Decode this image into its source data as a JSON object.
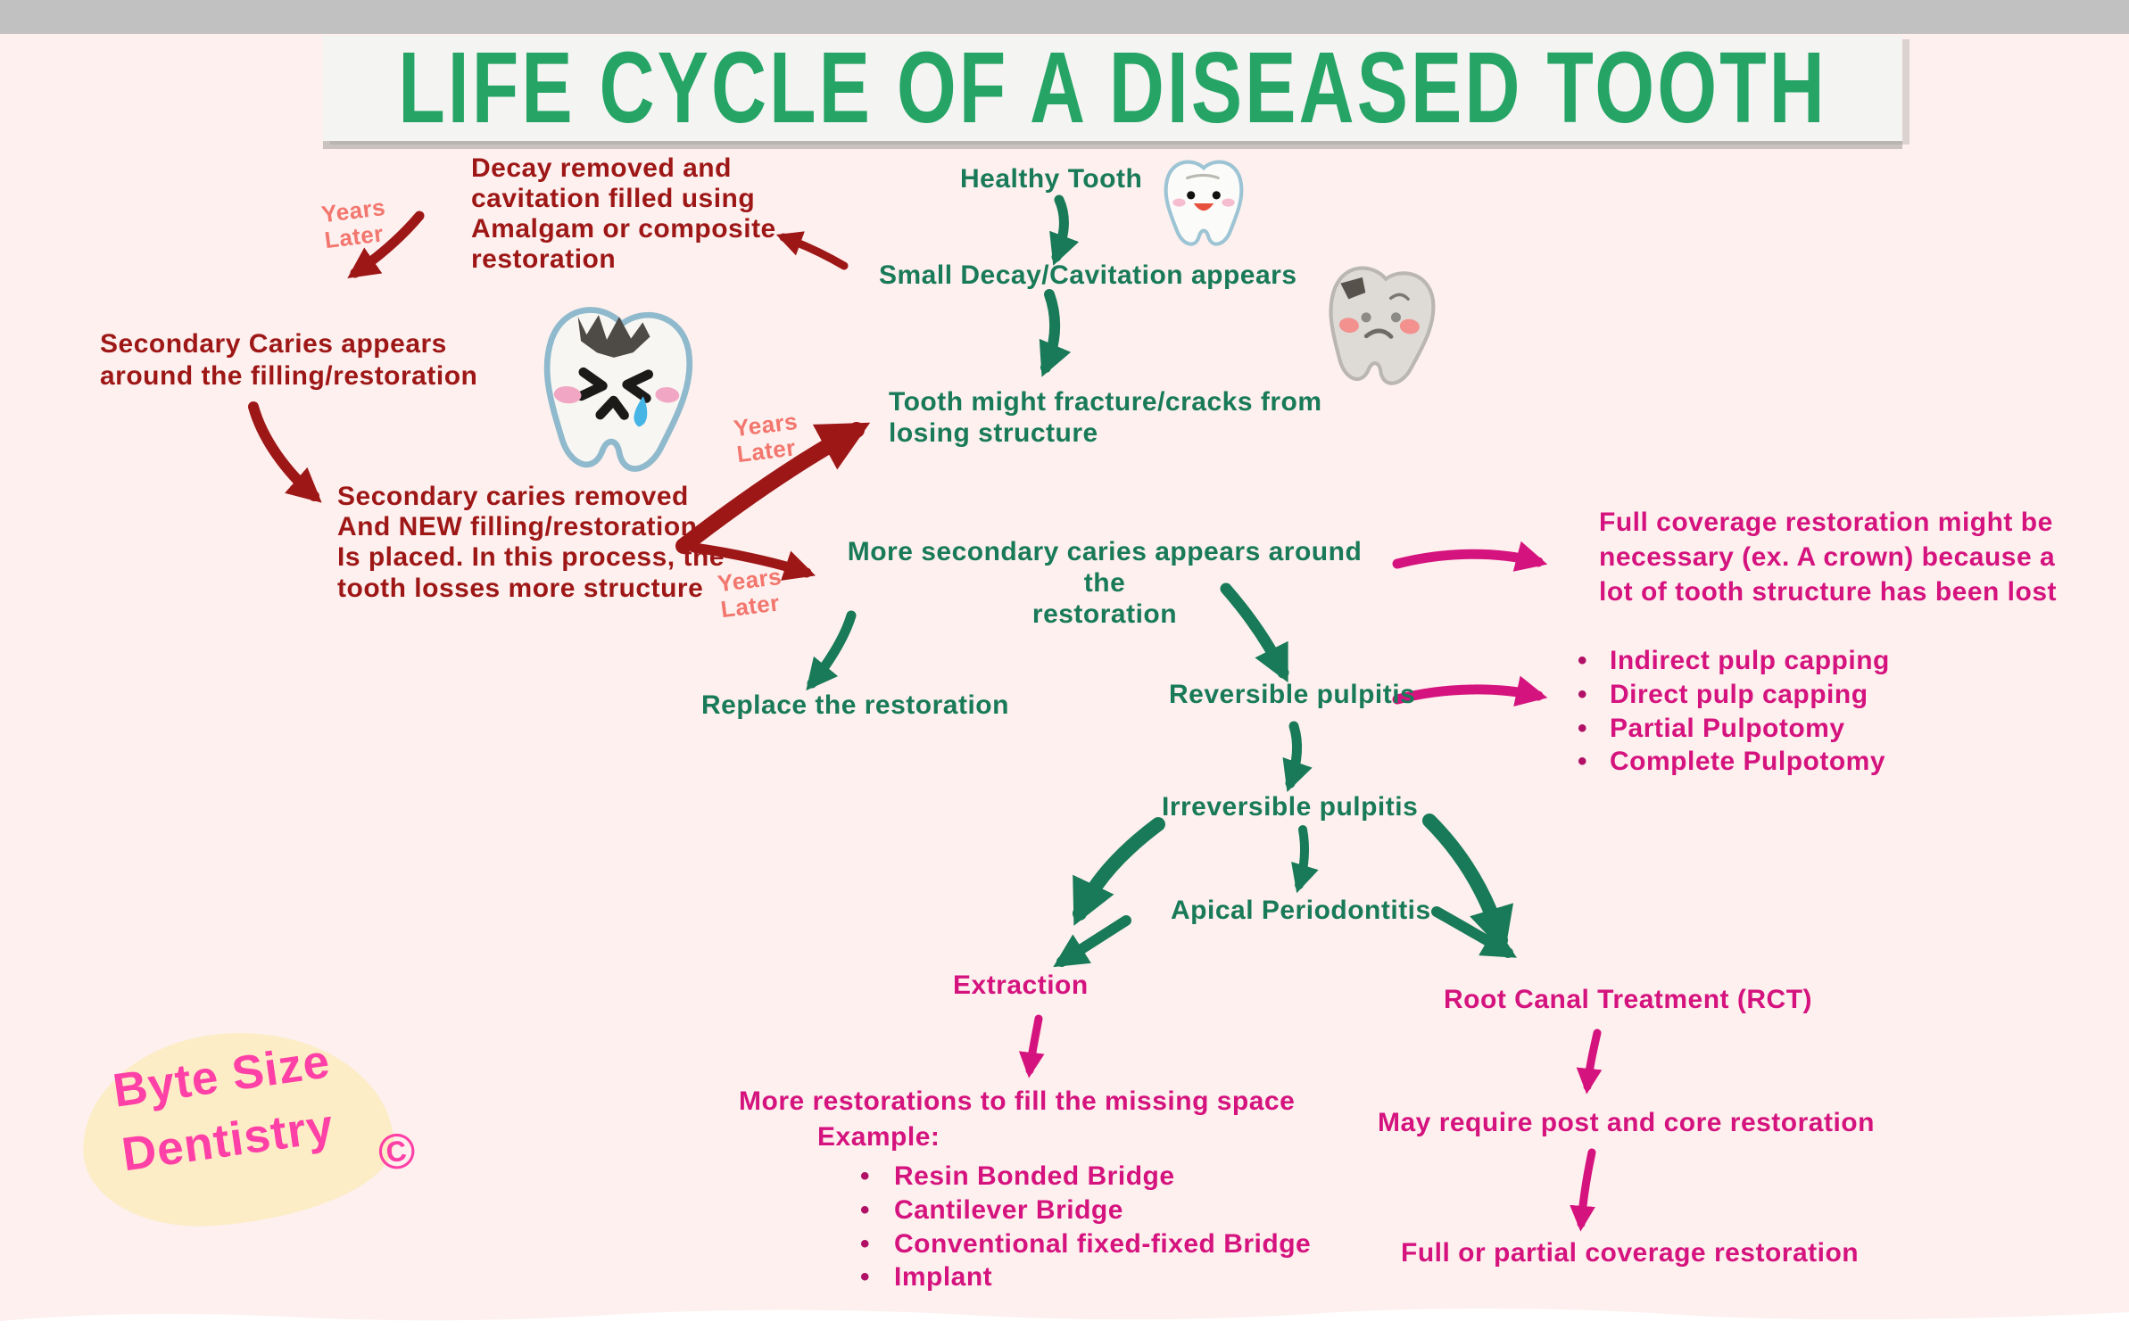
{
  "title": {
    "text": "LIFE CYCLE OF A DISEASED TOOTH"
  },
  "palette": {
    "background": "#fdf0ee",
    "flow_green": "#187a58",
    "title_green": "#25a466",
    "dark_red": "#9e1717",
    "salmon_red": "#f2766e",
    "magenta": "#d5137e",
    "logo_pink": "#ff40a6",
    "logo_blob_cream": "#fcedc7",
    "top_strip_gray": "#c2c1c1"
  },
  "labels": {
    "years_later": "Years\nLater"
  },
  "nodes": {
    "healthy_tooth": "Healthy Tooth",
    "small_decay": "Small Decay/Cavitation appears",
    "fracture": "Tooth might fracture/cracks from\nlosing structure",
    "decay_removed": "Decay removed and\ncavitation filled using\nAmalgam or composite\nrestoration",
    "secondary_caries_appears": "Secondary Caries appears\naround the filling/restoration",
    "secondary_caries_removed": "Secondary caries removed\nAnd NEW filling/restoration\nIs placed. In this process, the\ntooth losses more structure",
    "more_secondary_caries": "More secondary caries appears around the\nrestoration",
    "replace_restoration": "Replace the restoration",
    "reversible_pulpitis": "Reversible pulpitis",
    "irreversible_pulpitis": "Irreversible pulpitis",
    "apical_periodontitis": "Apical Periodontitis",
    "extraction": "Extraction",
    "root_canal": "Root Canal Treatment (RCT)",
    "full_coverage": "Full coverage restoration might be\nnecessary (ex. A crown) because a\nlot of tooth structure has been lost",
    "pulp_options": [
      "Indirect pulp capping",
      "Direct pulp capping",
      "Partial Pulpotomy",
      "Complete Pulpotomy"
    ],
    "more_restorations": "More restorations to fill the missing space",
    "example_label": "Example:",
    "bridge_options": [
      "Resin Bonded Bridge",
      "Cantilever Bridge",
      "Conventional fixed-fixed Bridge",
      "Implant"
    ],
    "post_core": "May require post and core restoration",
    "full_or_partial": "Full or partial coverage restoration"
  },
  "logo": {
    "line1": "Byte Size",
    "line2": "Dentistry",
    "copyright": "©"
  }
}
